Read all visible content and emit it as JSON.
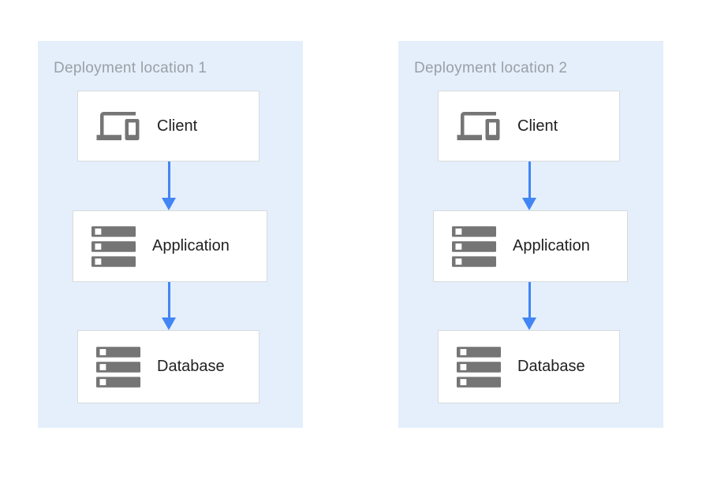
{
  "colors": {
    "panel_bg": "#E4EFFB",
    "arrow_blue": "#4285F4",
    "icon_gray": "#757575",
    "box_border": "#D8DADC",
    "title_gray": "#9AA0A6",
    "label_dark": "#212121"
  },
  "panels": [
    {
      "title": "Deployment location 1",
      "nodes": [
        {
          "label": "Client",
          "icon": "devices-icon"
        },
        {
          "label": "Application",
          "icon": "server-stack-icon"
        },
        {
          "label": "Database",
          "icon": "server-stack-icon"
        }
      ]
    },
    {
      "title": "Deployment location 2",
      "nodes": [
        {
          "label": "Client",
          "icon": "devices-icon"
        },
        {
          "label": "Application",
          "icon": "server-stack-icon"
        },
        {
          "label": "Database",
          "icon": "server-stack-icon"
        }
      ]
    }
  ]
}
